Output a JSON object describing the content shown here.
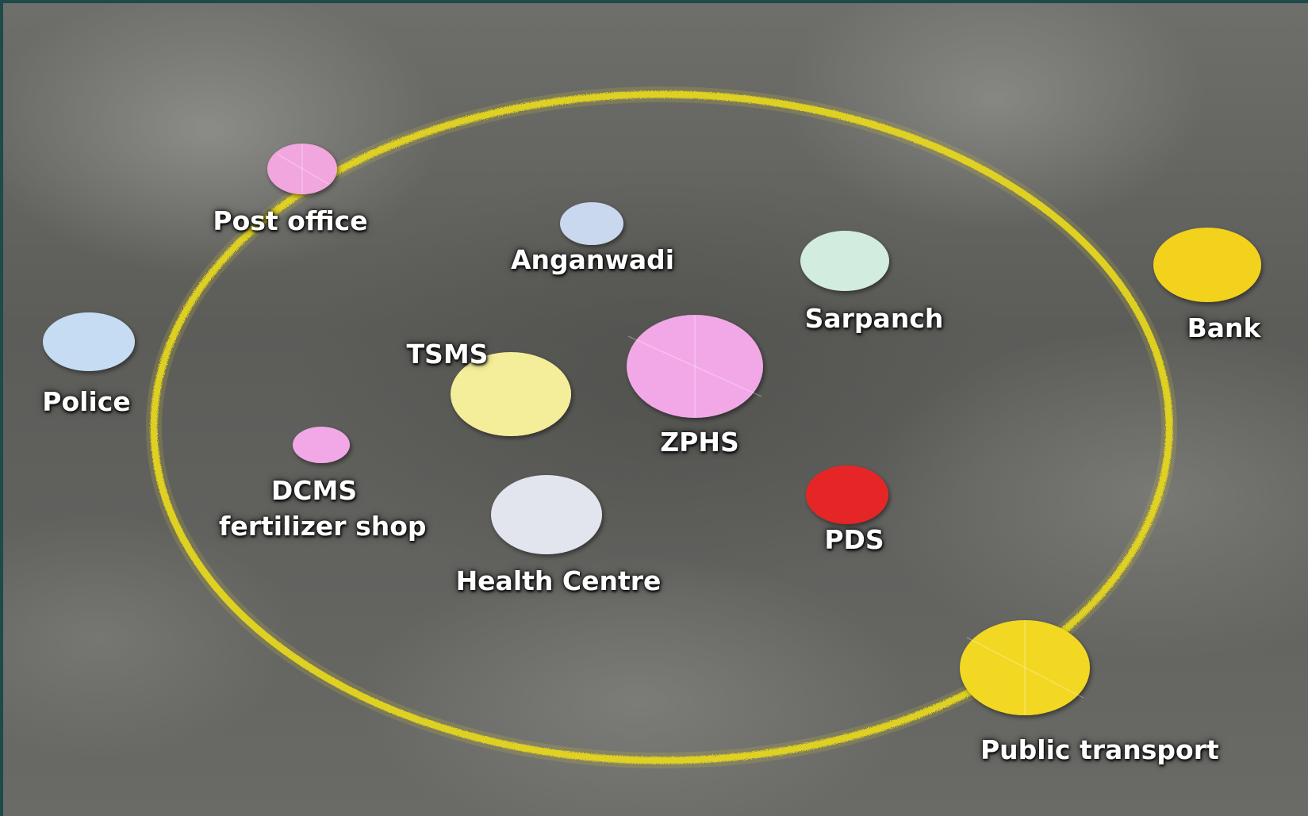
{
  "photo": {
    "subject": "yellow-powder-circle-with-paper-discs-on-concrete",
    "colors": {
      "circle_line": "#e8d81a",
      "ground": "#5f5f5c"
    }
  },
  "institutions": [
    {
      "label": "Post office",
      "disc_color": "#f2a6de",
      "inside_circle": "on-edge"
    },
    {
      "label": "Anganwadi",
      "disc_color": "#c9d8ef",
      "inside_circle": "inside"
    },
    {
      "label": "Sarpanch",
      "disc_color": "#d2ecdf",
      "inside_circle": "inside"
    },
    {
      "label": "Bank",
      "disc_color": "#f2d21e",
      "inside_circle": "outside"
    },
    {
      "label": "Police",
      "disc_color": "#c6dcf2",
      "inside_circle": "outside"
    },
    {
      "label": "TSMS",
      "disc_color": "#f4ee9a",
      "inside_circle": "inside"
    },
    {
      "label": "ZPHS",
      "disc_color": "#f2a8e6",
      "inside_circle": "inside"
    },
    {
      "label": "DCMS",
      "label_line2": "fertilizer shop",
      "disc_color": "#f2a8e6",
      "inside_circle": "inside"
    },
    {
      "label": "Health Centre",
      "disc_color": "#e2e4ee",
      "inside_circle": "inside"
    },
    {
      "label": "PDS",
      "disc_color": "#e62828",
      "inside_circle": "inside"
    },
    {
      "label": "Public transport",
      "disc_color": "#f2d820",
      "inside_circle": "on-edge"
    }
  ]
}
